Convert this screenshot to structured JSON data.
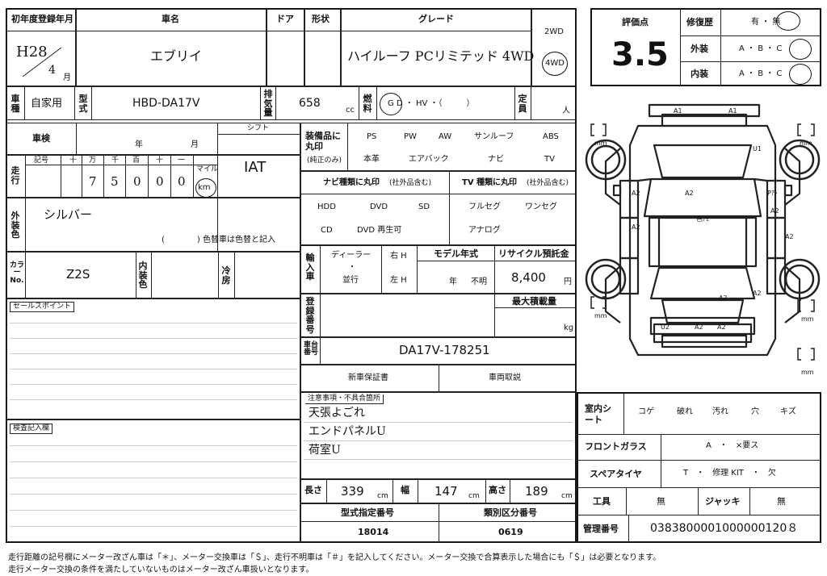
{
  "header": {
    "first_reg_label": "初年度登録年月",
    "first_reg_year": "H28",
    "first_reg_month": "4",
    "month_unit": "月",
    "car_name_label": "車名",
    "car_name": "エブリイ",
    "door_label": "ドア",
    "shape_label": "形状",
    "grade_label": "グレード",
    "grade": "ハイルーフ PCリミテッド 4WD",
    "drive_2wd": "2WD",
    "drive_4wd": "4WD"
  },
  "evaluation": {
    "score_label": "評価点",
    "score": "3.5",
    "repair_label": "修復歴",
    "repair_options": "有 ・ 無",
    "repair_selected": "無",
    "exterior_label": "外装",
    "exterior_options": "A ・ B ・ C",
    "exterior_selected": "C",
    "interior_label": "内装",
    "interior_options": "A ・ B ・ C",
    "interior_selected": "C"
  },
  "row2": {
    "usage_label": "車種",
    "usage": "自家用",
    "model_label": "型式",
    "model": "HBD-DA17V",
    "displacement_label": "排気量",
    "displacement": "658",
    "cc": "cc",
    "fuel_label": "燃料",
    "fuel_options": "G  D ・ HV ・（　　　）",
    "fuel_selected": "G",
    "capacity_label": "定員",
    "person": "人"
  },
  "inspection": {
    "shaken_label": "車検",
    "year_unit": "年",
    "month_unit": "月",
    "shift_label": "シフト",
    "shift": "IAT",
    "mileage_label": "走行",
    "digit_headers": [
      "記号",
      "十",
      "万",
      "千",
      "百",
      "十",
      "一"
    ],
    "mileage_digits": [
      "7",
      "5",
      "0",
      "0",
      "0"
    ],
    "unit_mile": "マイル",
    "unit_km": "km",
    "color_label": "外装色",
    "color": "シルバー",
    "color_note": "(　　　　) 色替車は色替と記入",
    "color_no_label": "カラーNo.",
    "color_no": "Z2S",
    "interior_color_label": "内装色",
    "ac_label": "冷房",
    "sales_point_label": "セールスポイント",
    "inspection_note_label": "検査記入欄"
  },
  "equipment": {
    "circle_label": "装備品に丸印",
    "circle_sub": "(純正のみ)",
    "row1": [
      "PS",
      "PW",
      "AW",
      "サンルーフ",
      "ABS"
    ],
    "row2": [
      "本革",
      "エアバック",
      "ナビ",
      "TV"
    ],
    "navi_label": "ナビ種類に丸印",
    "navi_sub": "(社外品含む)",
    "navi_items": [
      "HDD",
      "DVD",
      "SD",
      "CD",
      "DVD 再生可"
    ],
    "tv_label": "TV 種類に丸印",
    "tv_sub": "(社外品含む)",
    "tv_items": [
      "フルセグ",
      "ワンセグ",
      "アナログ"
    ]
  },
  "import": {
    "label": "輸入車",
    "dealer": "ディーラー",
    "dot": "・",
    "parallel": "並行",
    "right": "右 H",
    "left": "左 H",
    "model_year_label": "モデル年式",
    "year_unit": "年",
    "unknown": "不明",
    "recycle_label": "リサイクル預託金",
    "recycle": "8,400",
    "yen": "円"
  },
  "registration": {
    "reg_no_label": "登録番号",
    "max_load_label": "最大積載量",
    "kg": "kg",
    "chassis_label": "車台番号",
    "chassis": "DA17V-178251",
    "warranty": "新車保証書",
    "manual": "車両取説",
    "remarks_label": "注意事項・不具合箇所",
    "remarks": [
      "天張よごれ",
      "エンドパネルU",
      "荷室U"
    ]
  },
  "dimensions": {
    "length_label": "長さ",
    "length": "339",
    "width_label": "幅",
    "width": "147",
    "height_label": "高さ",
    "height": "189",
    "cm": "cm",
    "type_no_label": "型式指定番号",
    "type_no": "18014",
    "class_no_label": "類別区分番号",
    "class_no": "0619"
  },
  "interior": {
    "seat_label": "室内シート",
    "seat_items": [
      "コゲ",
      "破れ",
      "汚れ",
      "穴",
      "キズ"
    ],
    "glass_label": "フロントガラス",
    "glass_options": "A　・　×要ス",
    "spare_label": "スペアタイヤ",
    "spare_options": "T　・　修理 KIT　・　欠",
    "tools_label": "工具",
    "tools": "無",
    "jack_label": "ジャッキ",
    "jack": "無",
    "mgmt_label": "管理番号",
    "mgmt_no": "0383800001000000120８"
  },
  "diagram": {
    "labels": [
      "A1",
      "A1",
      "U1",
      "A2",
      "A2",
      "Pｱﾄ",
      "A2",
      "A2",
      "色ｱｾ",
      "A2",
      "A2",
      "A2",
      "U2",
      "A2",
      "A2"
    ],
    "mm": "mm"
  },
  "notes": [
    "走行距離の記号欄にメーター改ざん車は「＊」、メーター交換車は「＄」、走行不明車は「＃」を記入してください。メーター交換で合算表示した場合にも「＄」は必要となります。",
    "走行メーター交換の条件を満たしていないものはメーター改ざん車扱いとなります。"
  ]
}
